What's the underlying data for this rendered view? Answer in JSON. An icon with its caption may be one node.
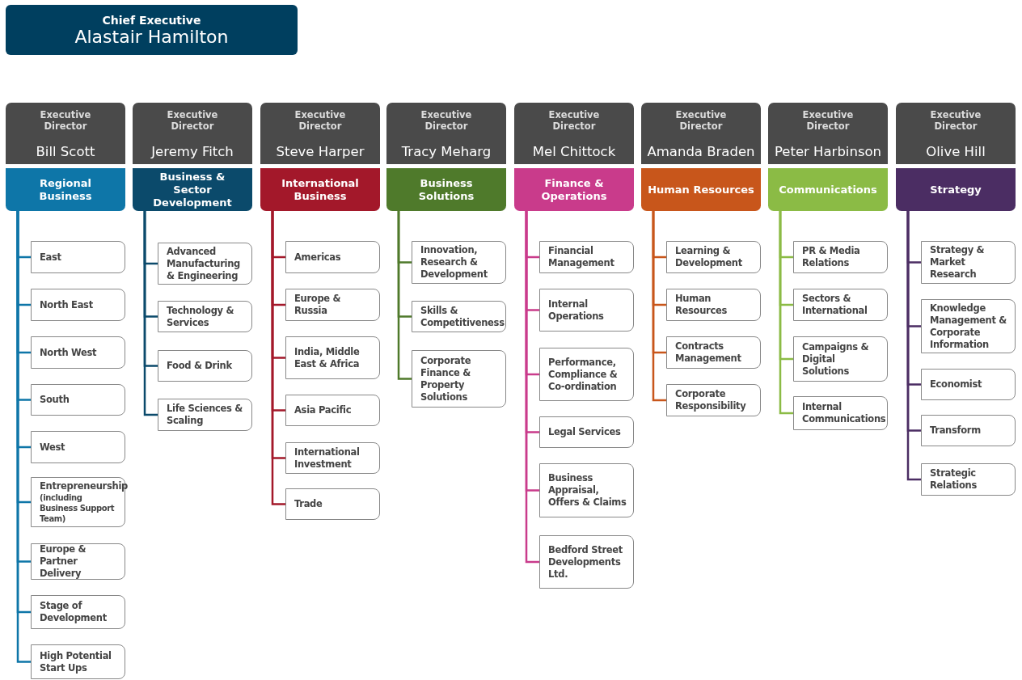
{
  "diagram": {
    "nodes": [
      {
        "text": [
          "Chief Executive",
          "Alastair Hamilton"
        ]
      },
      {
        "text": [
          "Executive Director",
          "Bill Scott"
        ]
      },
      {
        "text": [
          "Regional Business"
        ]
      },
      {
        "text": [
          "East"
        ]
      },
      {
        "text": [
          "North East"
        ]
      },
      {
        "text": [
          "North West"
        ]
      },
      {
        "text": [
          "South"
        ]
      },
      {
        "text": [
          "West"
        ]
      },
      {
        "text": [
          "Entrepreneurship",
          "(including Business Support Team)"
        ]
      },
      {
        "text": [
          "Europe & Partner Delivery"
        ]
      },
      {
        "text": [
          "Stage of Development"
        ]
      },
      {
        "text": [
          "High Potential Start Ups"
        ]
      },
      {
        "text": [
          "Executive Director",
          "Jeremy Fitch"
        ]
      },
      {
        "text": [
          "Business & Sector Development"
        ]
      },
      {
        "text": [
          "Advanced Manufacturing & Engineering"
        ]
      },
      {
        "text": [
          "Technology & Services"
        ]
      },
      {
        "text": [
          "Food & Drink"
        ]
      },
      {
        "text": [
          "Life Sciences & Scaling"
        ]
      },
      {
        "text": [
          "Executive Director",
          "Steve Harper"
        ]
      },
      {
        "text": [
          "International Business"
        ]
      },
      {
        "text": [
          "Americas"
        ]
      },
      {
        "text": [
          "Europe & Russia"
        ]
      },
      {
        "text": [
          "India, Middle East & Africa"
        ]
      },
      {
        "text": [
          "Asia Pacific"
        ]
      },
      {
        "text": [
          "International Investment"
        ]
      },
      {
        "text": [
          "Trade"
        ]
      },
      {
        "text": [
          "Executive Director",
          "Tracy Meharg"
        ]
      },
      {
        "text": [
          "Business Solutions"
        ]
      },
      {
        "text": [
          "Innovation, Research & Development"
        ]
      },
      {
        "text": [
          "Skills & Competitiveness"
        ]
      },
      {
        "text": [
          "Corporate Finance & Property Solutions"
        ]
      },
      {
        "text": [
          "Executive Director",
          "Mel Chittock"
        ]
      },
      {
        "text": [
          "Finance & Operations"
        ]
      },
      {
        "text": [
          "Financial Management"
        ]
      },
      {
        "text": [
          "Internal Operations"
        ]
      },
      {
        "text": [
          "Performance, Compliance & Co-ordination"
        ]
      },
      {
        "text": [
          "Legal Services"
        ]
      },
      {
        "text": [
          "Business Appraisal, Offers & Claims"
        ]
      },
      {
        "text": [
          "Bedford Street Developments Ltd."
        ]
      },
      {
        "text": [
          "Executive Director",
          "Amanda Braden"
        ]
      },
      {
        "text": [
          "Human Resources"
        ]
      },
      {
        "text": [
          "Learning & Development"
        ]
      },
      {
        "text": [
          "Human Resources"
        ]
      },
      {
        "text": [
          "Contracts Management"
        ]
      },
      {
        "text": [
          "Corporate Responsibility"
        ]
      },
      {
        "text": [
          "Executive Director",
          "Peter Harbinson"
        ]
      },
      {
        "text": [
          "Communications"
        ]
      },
      {
        "text": [
          "PR & Media Relations"
        ]
      },
      {
        "text": [
          "Sectors & International"
        ]
      },
      {
        "text": [
          "Campaigns & Digital Solutions"
        ]
      },
      {
        "text": [
          "Internal Communications"
        ]
      },
      {
        "text": [
          "Executive Director",
          "Olive Hill"
        ]
      },
      {
        "text": [
          "Strategy"
        ]
      },
      {
        "text": [
          "Strategy & Market Research"
        ]
      },
      {
        "text": [
          "Knowledge Management & Corporate Information"
        ]
      },
      {
        "text": [
          "Economist"
        ]
      },
      {
        "text": [
          "Transform"
        ]
      },
      {
        "text": [
          "Strategic Relations"
        ]
      }
    ],
    "edges": [
      {
        "from": 2,
        "to": 3,
        "arrow": "none",
        "color": "#0e76a8"
      },
      {
        "from": 2,
        "to": 4,
        "arrow": "none",
        "color": "#0e76a8"
      },
      {
        "from": 2,
        "to": 5,
        "arrow": "none",
        "color": "#0e76a8"
      },
      {
        "from": 2,
        "to": 6,
        "arrow": "none",
        "color": "#0e76a8"
      },
      {
        "from": 2,
        "to": 7,
        "arrow": "none",
        "color": "#0e76a8"
      },
      {
        "from": 2,
        "to": 8,
        "arrow": "none",
        "color": "#0e76a8"
      },
      {
        "from": 2,
        "to": 9,
        "arrow": "none",
        "color": "#0e76a8"
      },
      {
        "from": 2,
        "to": 10,
        "arrow": "none",
        "color": "#0e76a8"
      },
      {
        "from": 2,
        "to": 11,
        "arrow": "none",
        "color": "#0e76a8"
      },
      {
        "from": 13,
        "to": 14,
        "arrow": "none",
        "color": "#0b4a6b"
      },
      {
        "from": 13,
        "to": 15,
        "arrow": "none",
        "color": "#0b4a6b"
      },
      {
        "from": 13,
        "to": 16,
        "arrow": "none",
        "color": "#0b4a6b"
      },
      {
        "from": 13,
        "to": 17,
        "arrow": "none",
        "color": "#0b4a6b"
      },
      {
        "from": 19,
        "to": 20,
        "arrow": "none",
        "color": "#a3182a"
      },
      {
        "from": 19,
        "to": 21,
        "arrow": "none",
        "color": "#a3182a"
      },
      {
        "from": 19,
        "to": 22,
        "arrow": "none",
        "color": "#a3182a"
      },
      {
        "from": 19,
        "to": 23,
        "arrow": "none",
        "color": "#a3182a"
      },
      {
        "from": 19,
        "to": 24,
        "arrow": "none",
        "color": "#a3182a"
      },
      {
        "from": 19,
        "to": 25,
        "arrow": "none",
        "color": "#a3182a"
      },
      {
        "from": 27,
        "to": 28,
        "arrow": "none",
        "color": "#4f7a2b"
      },
      {
        "from": 27,
        "to": 29,
        "arrow": "none",
        "color": "#4f7a2b"
      },
      {
        "from": 27,
        "to": 30,
        "arrow": "none",
        "color": "#4f7a2b"
      },
      {
        "from": 32,
        "to": 33,
        "arrow": "none",
        "color": "#c93b8b"
      },
      {
        "from": 32,
        "to": 34,
        "arrow": "none",
        "color": "#c93b8b"
      },
      {
        "from": 32,
        "to": 35,
        "arrow": "none",
        "color": "#c93b8b"
      },
      {
        "from": 32,
        "to": 36,
        "arrow": "none",
        "color": "#c93b8b"
      },
      {
        "from": 32,
        "to": 37,
        "arrow": "none",
        "color": "#c93b8b"
      },
      {
        "from": 32,
        "to": 38,
        "arrow": "none",
        "color": "#c93b8b"
      },
      {
        "from": 40,
        "to": 41,
        "arrow": "none",
        "color": "#c8561b"
      },
      {
        "from": 40,
        "to": 42,
        "arrow": "none",
        "color": "#c8561b"
      },
      {
        "from": 40,
        "to": 43,
        "arrow": "none",
        "color": "#c8561b"
      },
      {
        "from": 40,
        "to": 44,
        "arrow": "none",
        "color": "#c8561b"
      },
      {
        "from": 46,
        "to": 47,
        "arrow": "none",
        "color": "#8bbb45"
      },
      {
        "from": 46,
        "to": 48,
        "arrow": "none",
        "color": "#8bbb45"
      },
      {
        "from": 46,
        "to": 49,
        "arrow": "none",
        "color": "#8bbb45"
      },
      {
        "from": 46,
        "to": 50,
        "arrow": "none",
        "color": "#8bbb45"
      },
      {
        "from": 52,
        "to": 53,
        "arrow": "none",
        "color": "#4b2d63"
      },
      {
        "from": 52,
        "to": 54,
        "arrow": "none",
        "color": "#4b2d63"
      },
      {
        "from": 52,
        "to": 55,
        "arrow": "none",
        "color": "#4b2d63"
      },
      {
        "from": 52,
        "to": 56,
        "arrow": "none",
        "color": "#4b2d63"
      },
      {
        "from": 52,
        "to": 57,
        "arrow": "none",
        "color": "#4b2d63"
      }
    ]
  }
}
